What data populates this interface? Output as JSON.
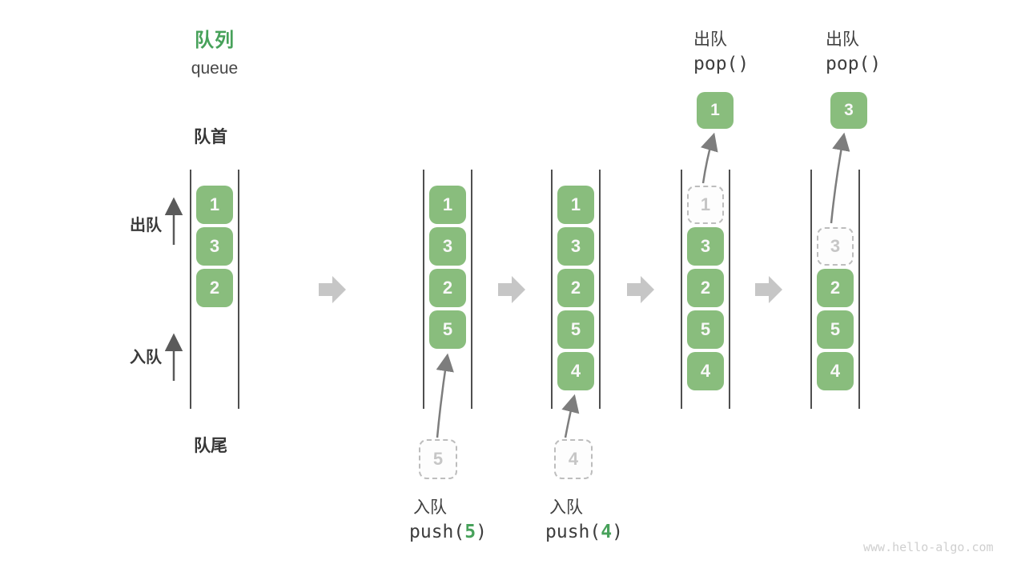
{
  "header": {
    "title_zh": "队列",
    "title_en": "queue"
  },
  "side_labels": {
    "front": "队首",
    "rear": "队尾",
    "dequeue_direction": "出队",
    "enqueue_direction": "入队"
  },
  "columns": [
    {
      "cells": [
        {
          "v": "1"
        },
        {
          "v": "3"
        },
        {
          "v": "2"
        }
      ]
    },
    {
      "cells": [
        {
          "v": "1"
        },
        {
          "v": "3"
        },
        {
          "v": "2"
        },
        {
          "v": "5"
        }
      ],
      "staged": "5"
    },
    {
      "cells": [
        {
          "v": "1"
        },
        {
          "v": "3"
        },
        {
          "v": "2"
        },
        {
          "v": "5"
        },
        {
          "v": "4"
        }
      ],
      "staged": "4"
    },
    {
      "cells": [
        {
          "v": "1",
          "dashed": true
        },
        {
          "v": "3"
        },
        {
          "v": "2"
        },
        {
          "v": "5"
        },
        {
          "v": "4"
        }
      ],
      "popped": "1"
    },
    {
      "cells": [
        {
          "v": "3",
          "dashed": true
        },
        {
          "v": "2"
        },
        {
          "v": "5"
        },
        {
          "v": "4"
        }
      ],
      "popped": "3"
    }
  ],
  "ops": {
    "push_a": {
      "label": "入队",
      "call_pre": "push(",
      "arg": "5",
      "call_post": ")"
    },
    "push_b": {
      "label": "入队",
      "call_pre": "push(",
      "arg": "4",
      "call_post": ")"
    },
    "pop_a": {
      "label": "出队",
      "call": "pop()"
    },
    "pop_b": {
      "label": "出队",
      "call": "pop()"
    }
  },
  "icons": {
    "flow_arrow": "right-block-arrow",
    "push_arrow": "up-curved-arrow",
    "pop_arrow": "up-curved-arrow",
    "direction_arrow": "up-arrow"
  },
  "colors": {
    "box_green": "#89bd7d",
    "accent_green": "#47a15a",
    "text_dark": "#3d3d3d",
    "muted_gray": "#c6c6c6",
    "flow_arrow_gray": "#c6c6c6",
    "rail_gray": "#4f4f4f",
    "arrow_stroke": "#7d7d7d",
    "side_arrow_stroke": "#5a5a5a",
    "watermark_gray": "#cfcfcf"
  },
  "watermark": "www.hello-algo.com"
}
